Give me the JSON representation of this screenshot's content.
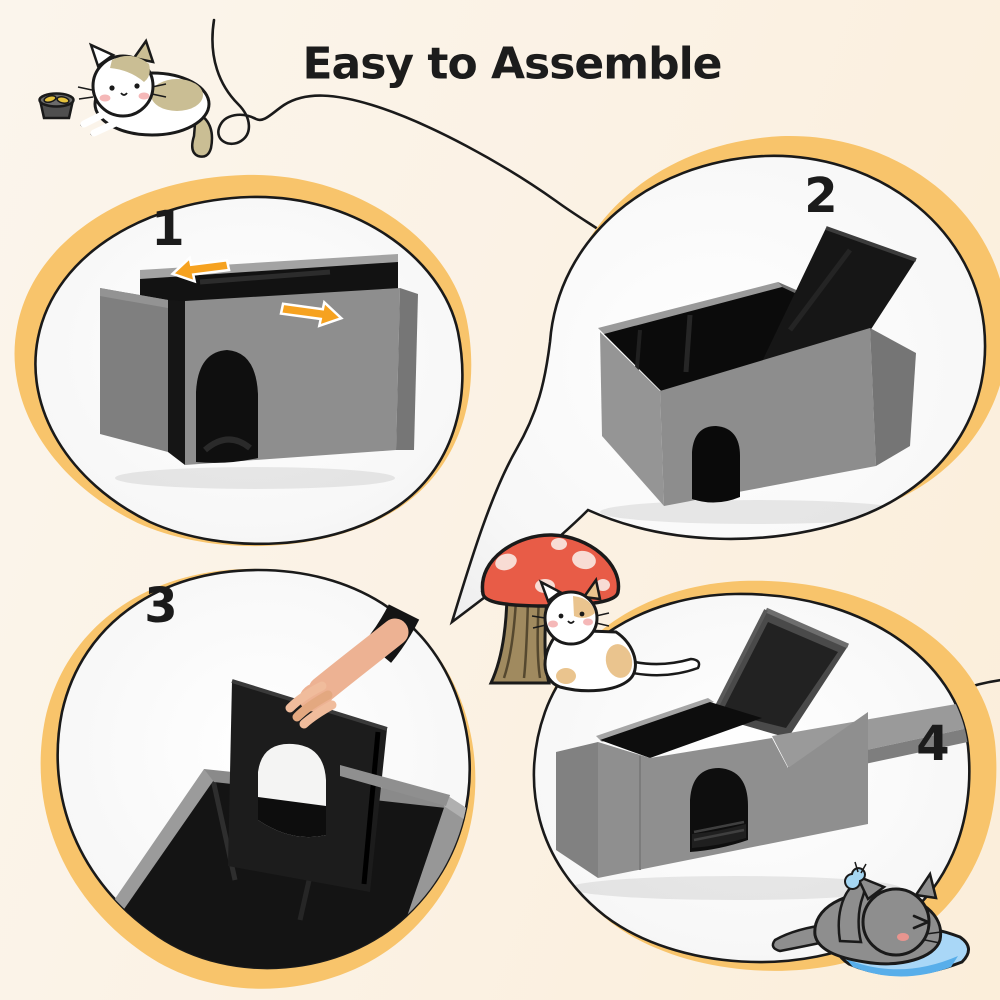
{
  "title": "Easy to Assemble",
  "steps": [
    {
      "number": "1"
    },
    {
      "number": "2"
    },
    {
      "number": "3"
    },
    {
      "number": "4"
    }
  ],
  "decorations": {
    "top_left": "white-cat-lying-with-food-bowl",
    "middle": "red-mushroom-with-sitting-cat",
    "bottom_right": "gray-cat-sleeping-on-blue-pillow-with-butterfly",
    "lines": "black-squiggle-connector-lines",
    "step1_arrows": "unfold-direction-arrows"
  },
  "colors": {
    "background_start": "#fbf5ec",
    "background_end": "#fbeeda",
    "accent_yellow": "#f8c46b",
    "outline_black": "#1a1a1a",
    "blob_white": "#f7f7f7",
    "box_gray": "#8f8f8f",
    "box_interior_black": "#0d0d0d",
    "arrow_orange": "#f6a220",
    "mushroom_red": "#e85c47",
    "mushroom_spot_pink": "#f8dcd4",
    "cat_patch_tan": "#cabe94",
    "sitting_cat_patch": "#eac48e",
    "gray_cat": "#8e8e8e",
    "pillow_blue": "#a9d7f7",
    "butterfly_blue": "#a5d6f2",
    "hand_skin": "#edb293",
    "title_color": "#1c1c1c"
  }
}
